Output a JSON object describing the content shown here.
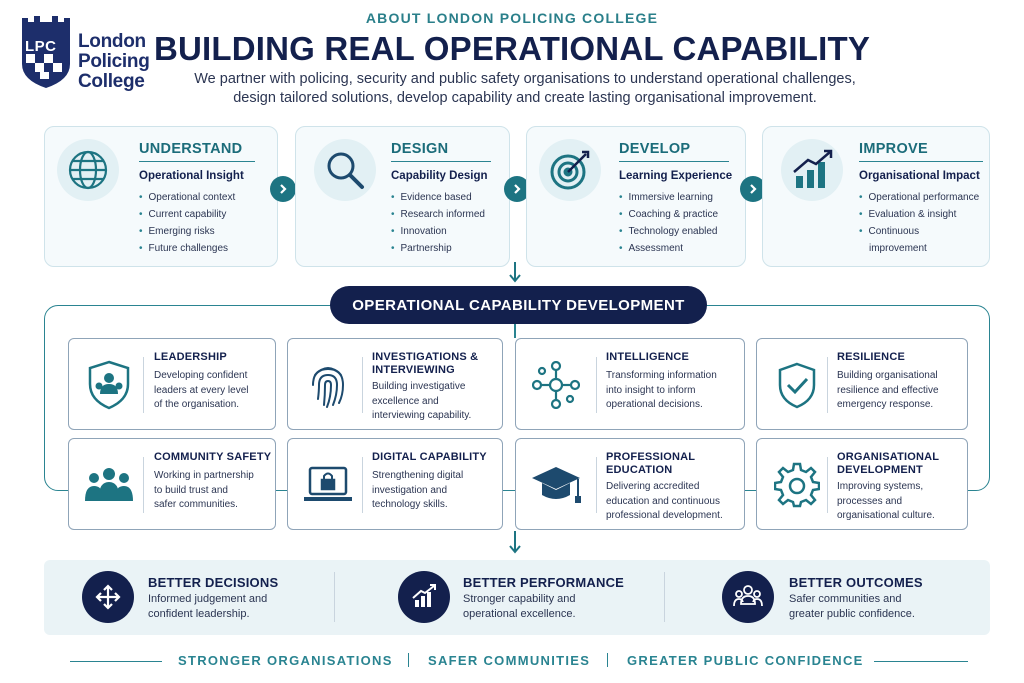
{
  "logo": {
    "initials": "LPC",
    "line1": "London",
    "line2": "Policing",
    "line3": "College"
  },
  "header": {
    "eyebrow": "ABOUT LONDON POLICING COLLEGE",
    "title": "BUILDING REAL OPERATIONAL CAPABILITY",
    "subtitle_line1": "We partner with policing, security and public safety organisations to understand operational challenges,",
    "subtitle_line2": "design tailored solutions, develop capability and create lasting organisational improvement."
  },
  "steps": [
    {
      "title": "UNDERSTAND",
      "subtitle": "Operational Insight",
      "icon": "globe-icon",
      "items": [
        "Operational context",
        "Current capability",
        "Emerging risks",
        "Future challenges"
      ]
    },
    {
      "title": "DESIGN",
      "subtitle": "Capability Design",
      "icon": "magnifier-icon",
      "items": [
        "Evidence based",
        "Research informed",
        "Innovation",
        "Partnership"
      ]
    },
    {
      "title": "DEVELOP",
      "subtitle": "Learning Experience",
      "icon": "target-icon",
      "items": [
        "Immersive learning",
        "Coaching & practice",
        "Technology enabled",
        "Assessment"
      ]
    },
    {
      "title": "IMPROVE",
      "subtitle": "Organisational Impact",
      "icon": "growth-chart-icon",
      "items": [
        "Operational performance",
        "Evaluation & insight",
        "Continuous",
        "improvement"
      ]
    }
  ],
  "banner": "OPERATIONAL CAPABILITY DEVELOPMENT",
  "capabilities": [
    {
      "title1": "LEADERSHIP",
      "title2": "",
      "desc": [
        "Developing confident",
        "leaders at every level",
        "of the organisation."
      ],
      "icon": "shield-people-icon"
    },
    {
      "title1": "INVESTIGATIONS &",
      "title2": "INTERVIEWING",
      "desc": [
        "Building investigative",
        "excellence and",
        "interviewing capability."
      ],
      "icon": "fingerprint-icon"
    },
    {
      "title1": "INTELLIGENCE",
      "title2": "",
      "desc": [
        "Transforming information",
        "into insight to inform",
        "operational decisions."
      ],
      "icon": "network-icon"
    },
    {
      "title1": "RESILIENCE",
      "title2": "",
      "desc": [
        "Building organisational",
        "resilience and effective",
        "emergency response."
      ],
      "icon": "shield-check-icon"
    },
    {
      "title1": "COMMUNITY SAFETY",
      "title2": "",
      "desc": [
        "Working in partnership",
        "to build trust and",
        "safer communities."
      ],
      "icon": "community-icon"
    },
    {
      "title1": "DIGITAL CAPABILITY",
      "title2": "",
      "desc": [
        "Strengthening digital",
        "investigation and",
        "technology skills."
      ],
      "icon": "laptop-lock-icon"
    },
    {
      "title1": "PROFESSIONAL",
      "title2": "EDUCATION",
      "desc": [
        "Delivering accredited",
        "education and continuous",
        "professional development."
      ],
      "icon": "graduation-cap-icon"
    },
    {
      "title1": "ORGANISATIONAL",
      "title2": "DEVELOPMENT",
      "desc": [
        "Improving systems,",
        "processes and",
        "organisational culture."
      ],
      "icon": "gear-icon"
    }
  ],
  "outcomes": [
    {
      "title": "BETTER DECISIONS",
      "desc1": "Informed judgement and",
      "desc2": "confident leadership.",
      "icon": "directions-icon"
    },
    {
      "title": "BETTER PERFORMANCE",
      "desc1": "Stronger capability and",
      "desc2": "operational excellence.",
      "icon": "performance-chart-icon"
    },
    {
      "title": "BETTER OUTCOMES",
      "desc1": "Safer communities and",
      "desc2": "greater public confidence.",
      "icon": "people-group-icon"
    }
  ],
  "footer": [
    "STRONGER ORGANISATIONS",
    "SAFER COMMUNITIES",
    "GREATER PUBLIC CONFIDENCE"
  ],
  "colors": {
    "navy": "#13204d",
    "teal": "#2a8491",
    "light": "#eaf3f6"
  }
}
